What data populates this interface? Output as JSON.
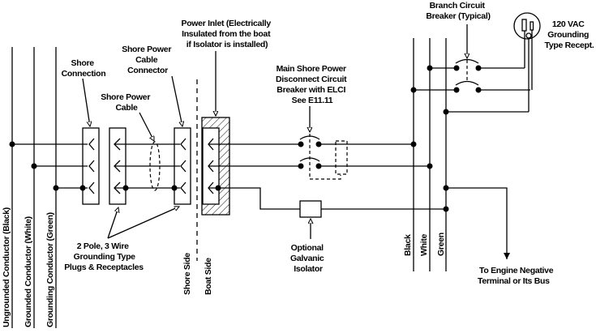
{
  "diagram": {
    "title": "AC shore power wiring with optional galvanic isolator",
    "labels": {
      "shore_connection": [
        "Shore",
        "Connection"
      ],
      "shore_power_cable_connector": [
        "Shore Power",
        "Cable",
        "Connector"
      ],
      "shore_power_cable": [
        "Shore Power",
        "Cable"
      ],
      "power_inlet": [
        "Power Inlet (Electrically",
        "Insulated from the boat",
        "if Isolator is installed)"
      ],
      "main_breaker": [
        "Main Shore Power",
        "Disconnect Circuit",
        "Breaker with ELCI",
        "See E11.11"
      ],
      "branch_breaker": [
        "Branch Circuit",
        "Breaker (Typical)"
      ],
      "receptacle": [
        "120 VAC",
        "Grounding",
        "Type Recept."
      ],
      "plugs_receptacles": [
        "2 Pole, 3 Wire",
        "Grounding Type",
        "Plugs & Receptacles"
      ],
      "galvanic_isolator": [
        "Optional",
        "Galvanic",
        "Isolator"
      ],
      "engine_negative": [
        "To Engine Negative",
        "Terminal or Its Bus"
      ],
      "shore_side": "Shore Side",
      "boat_side": "Boat Side",
      "conductors": {
        "ungrounded": "Ungrounded Conductor (Black)",
        "grounded": "Grounded Conductor (White)",
        "grounding": "Grounding Conductor (Green)"
      },
      "bus": {
        "black": "Black",
        "white": "White",
        "green": "Green"
      }
    }
  }
}
